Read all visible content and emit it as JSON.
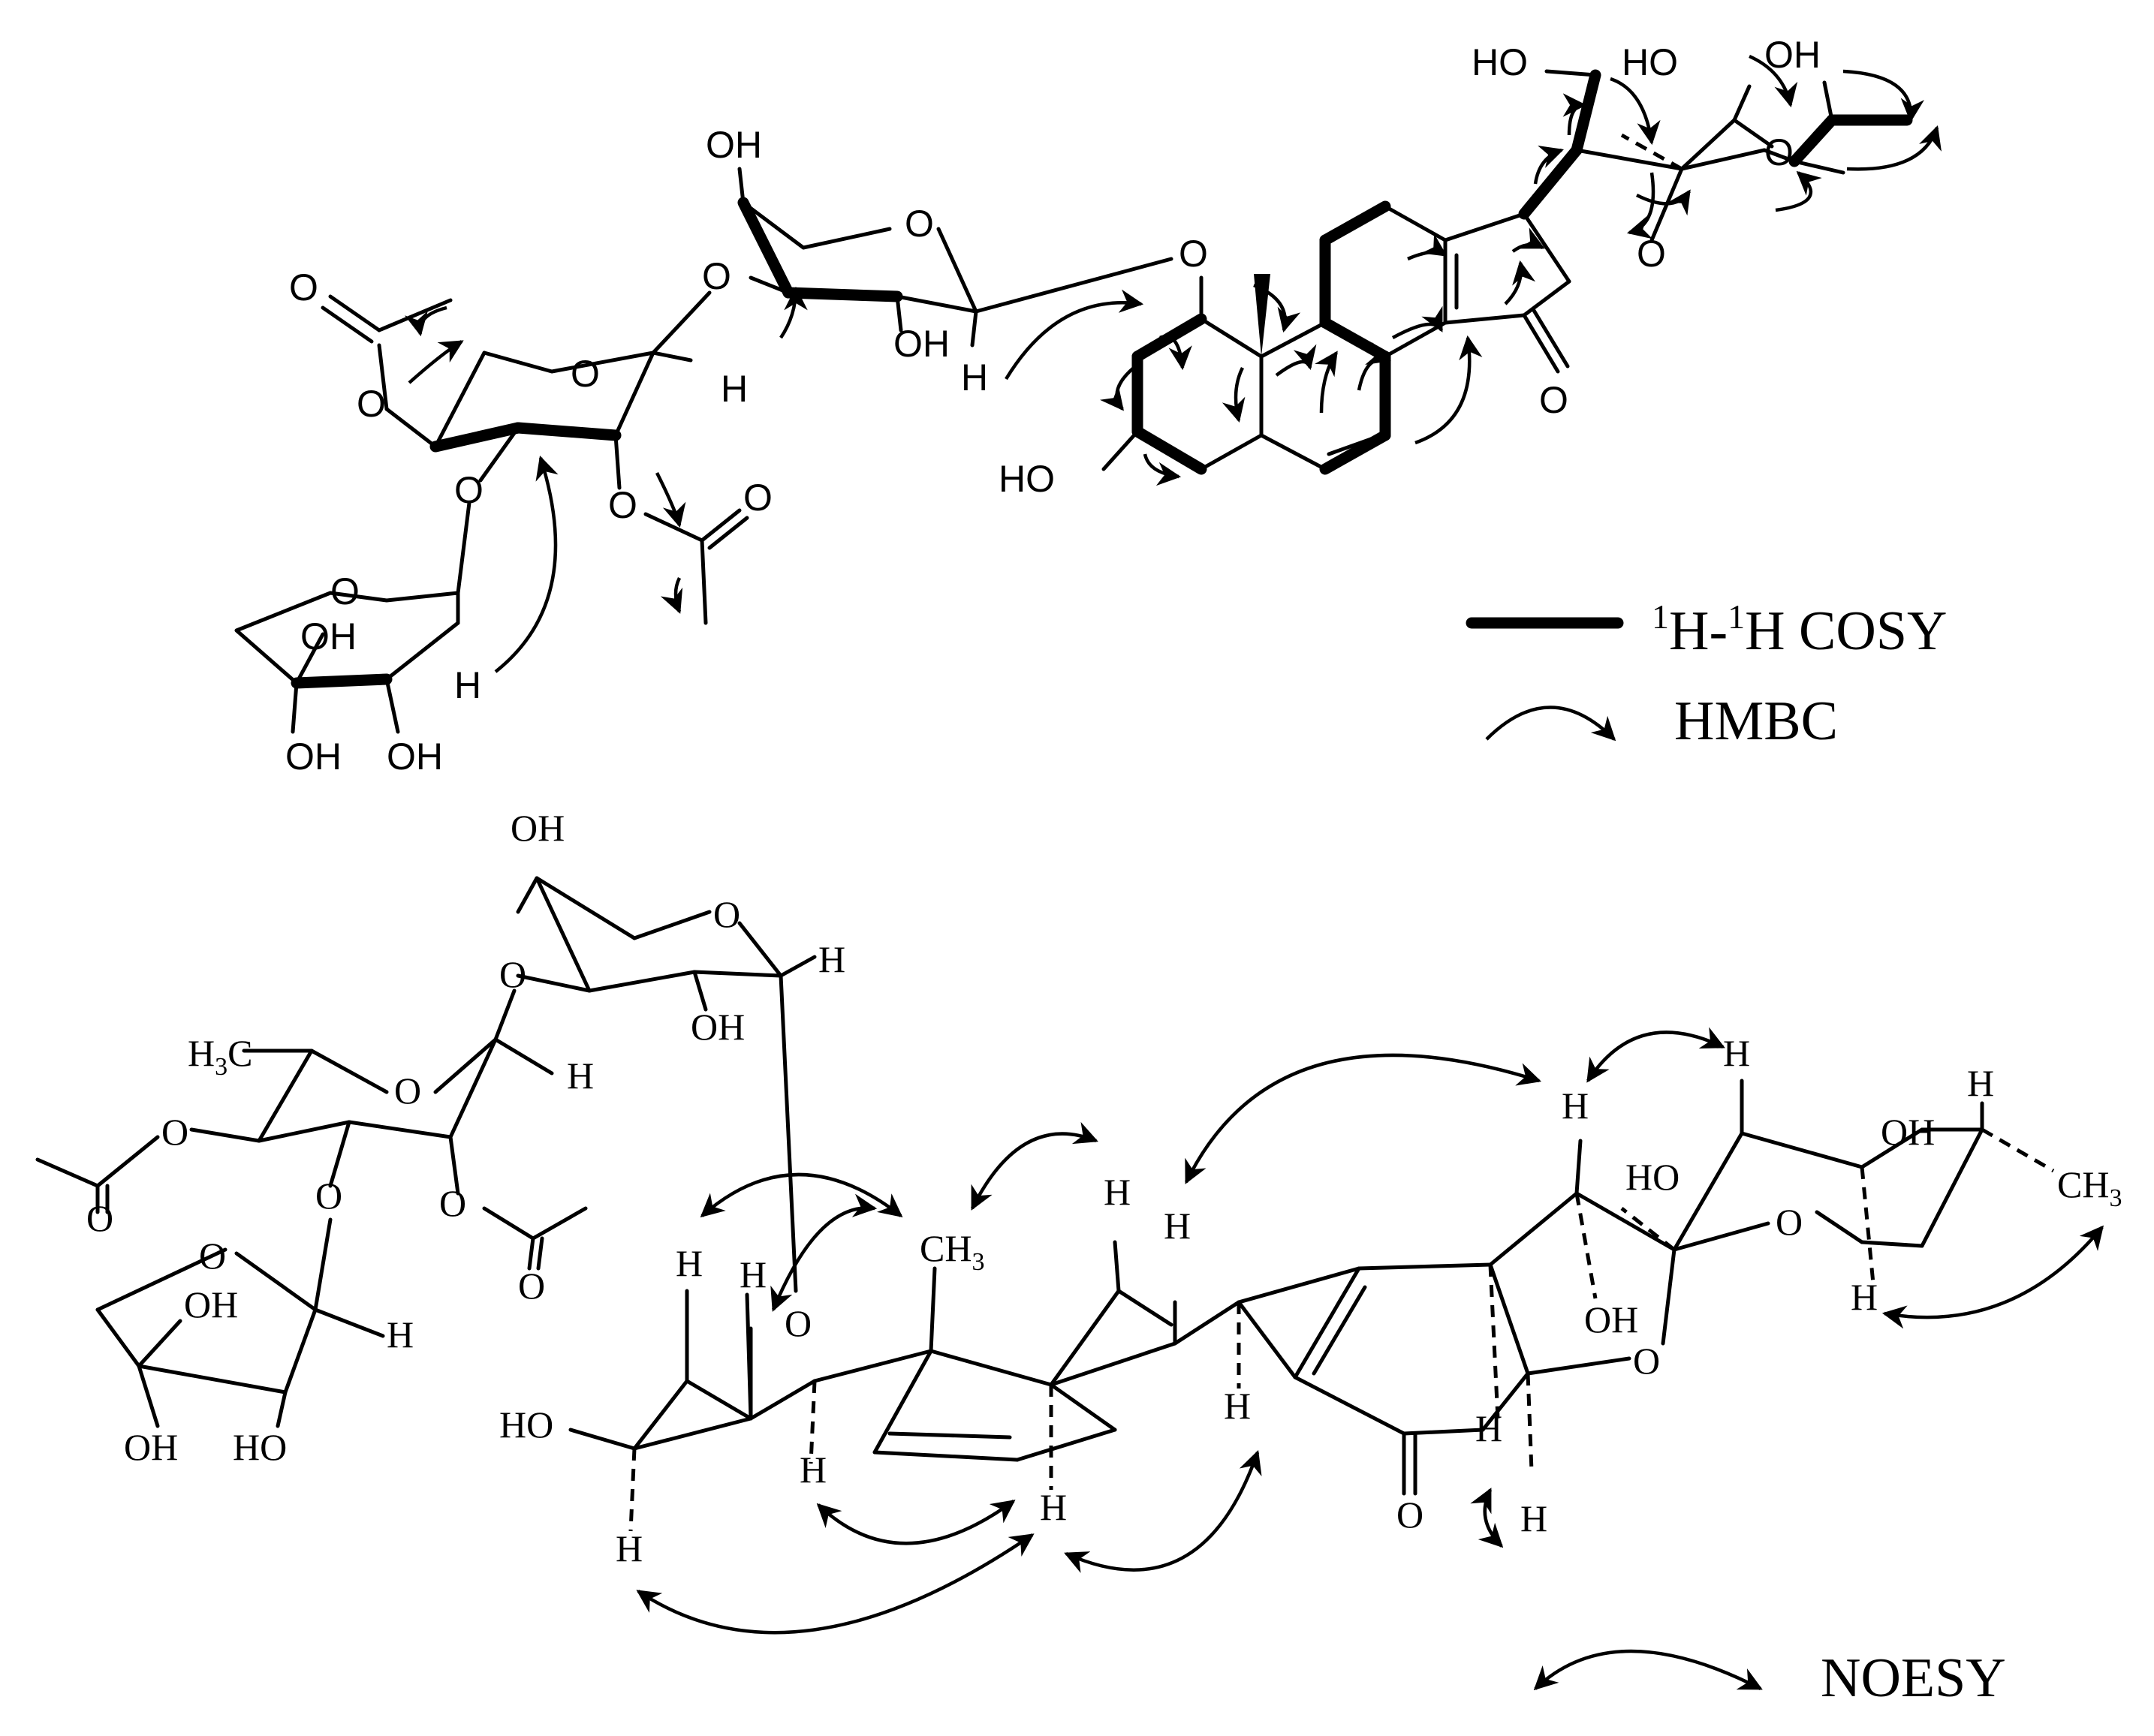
{
  "legend": {
    "cosy": {
      "pre": "1",
      "mid": "H-",
      "sup": "1",
      "post": "H COSY"
    },
    "hmbc": "HMBC",
    "noesy": "NOESY"
  },
  "top_labels": {
    "oh_xyl": "OH",
    "o_xyl_ring": "O",
    "o_link1": "O",
    "oh_xyl2": "OH",
    "h_xyl": "H",
    "o_glyc": "O",
    "o_ac1": "O",
    "o_ac1_ring": "O",
    "o_rha_ring": "O",
    "h_rha": "H",
    "o_rha3": "O",
    "o_ac2": "O",
    "o_ac2_ring": "O",
    "o_api_ring": "O",
    "oh_api1": "OH",
    "h_api": "H",
    "oh_api2": "OH",
    "oh_api3": "OH",
    "ho_a": "HO",
    "ho_b": "HO",
    "oh_c": "OH",
    "o_side": "O",
    "o_furan": "O",
    "o_ketone": "O",
    "ho_c3": "HO"
  },
  "bottom_labels": {
    "oh_xyl": "OH",
    "o_xyl": "O",
    "h_xyl": "H",
    "o_link": "O",
    "oh_xyl2": "OH",
    "h3c": "H",
    "h3c_sub": "3",
    "h3c_c": "C",
    "o_rha": "O",
    "h_rha": "H",
    "o_ac1": "O",
    "o_ac1_co": "O",
    "o_rha3": "O",
    "o_ac2": "O",
    "o_ac2_co": "O",
    "o_api": "O",
    "oh_api1": "OH",
    "h_api": "H",
    "oh_api2": "OH",
    "ho_api": "HO",
    "ho_c3": "HO",
    "h1": "H",
    "h2": "H",
    "o_c1": "O",
    "h_c1": "H",
    "h_c3": "H",
    "ch3": "CH",
    "ch3_sub": "3",
    "h_c8": "H",
    "h_c9": "H",
    "h_c7": "H",
    "h_c11": "H",
    "h_top1": "H",
    "h_top2": "H",
    "oh_side": "OH",
    "o_ring": "O",
    "ho_c22": "HO",
    "oh_c24": "OH",
    "h_c25": "H",
    "ch3_end": "CH",
    "ch3_end_sub": "3",
    "o_ketal": "O",
    "h_c26": "H",
    "o_ketone": "O",
    "h_c16a": "H",
    "h_c16b": "H"
  }
}
